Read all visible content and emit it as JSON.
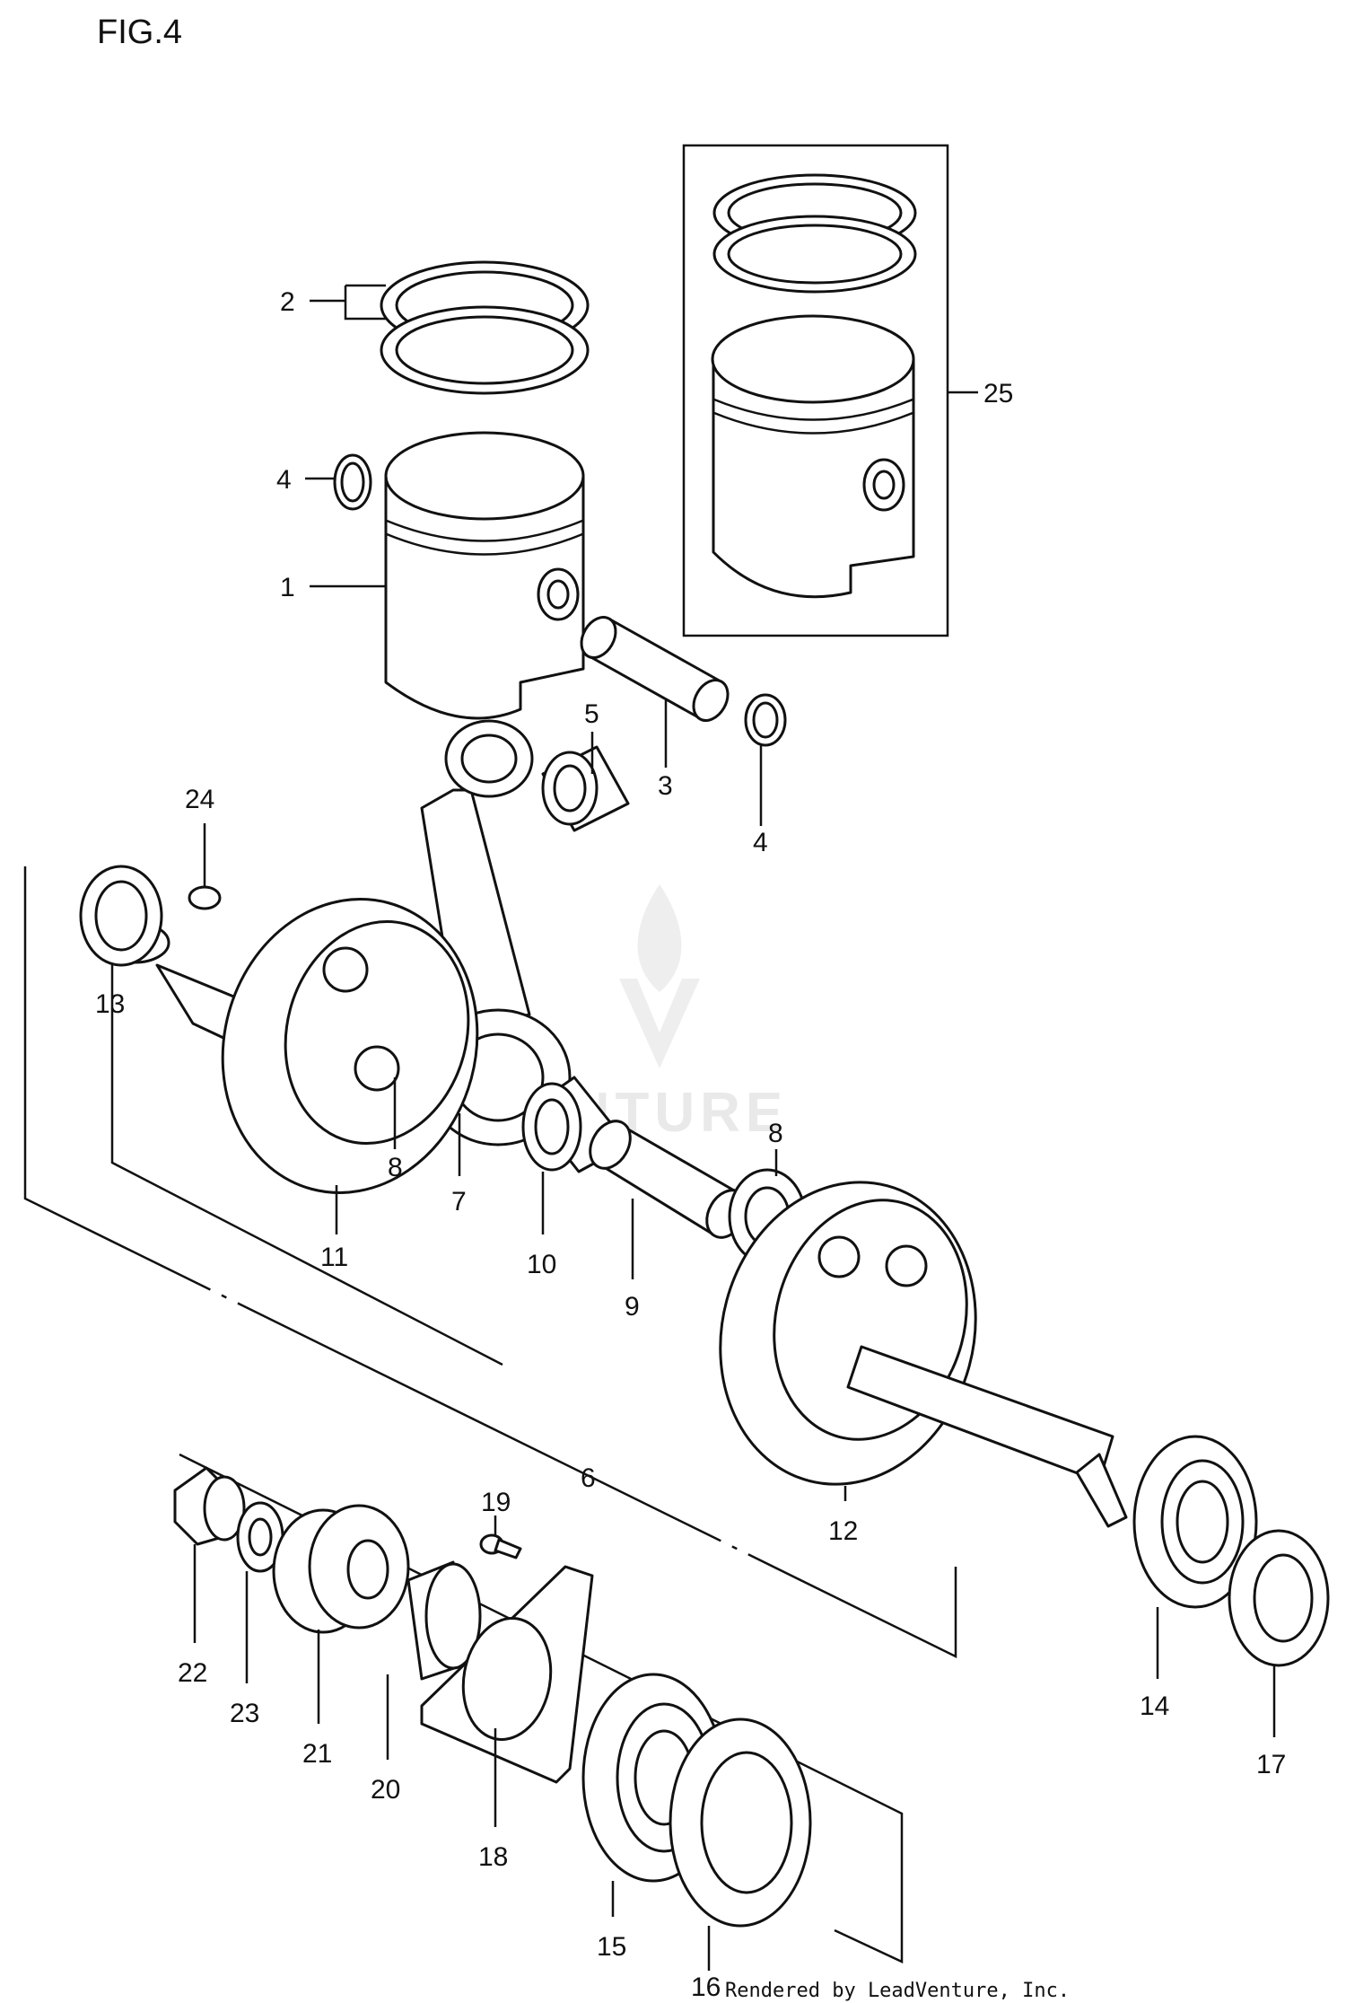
{
  "figure": {
    "title": "FIG.4",
    "credit": "Rendered by LeadVenture, Inc.",
    "watermark": "VENTURE"
  },
  "callouts": [
    {
      "id": "c2",
      "text": "2"
    },
    {
      "id": "c4a",
      "text": "4"
    },
    {
      "id": "c1",
      "text": "1"
    },
    {
      "id": "c25",
      "text": "25"
    },
    {
      "id": "c5",
      "text": "5"
    },
    {
      "id": "c3",
      "text": "3"
    },
    {
      "id": "c4b",
      "text": "4"
    },
    {
      "id": "c24",
      "text": "24"
    },
    {
      "id": "c13",
      "text": "13"
    },
    {
      "id": "c8a",
      "text": "8"
    },
    {
      "id": "c7",
      "text": "7"
    },
    {
      "id": "c11",
      "text": "11"
    },
    {
      "id": "c10",
      "text": "10"
    },
    {
      "id": "c9",
      "text": "9"
    },
    {
      "id": "c8b",
      "text": "8"
    },
    {
      "id": "c6",
      "text": "6"
    },
    {
      "id": "c12",
      "text": "12"
    },
    {
      "id": "c19",
      "text": "19"
    },
    {
      "id": "c22",
      "text": "22"
    },
    {
      "id": "c23",
      "text": "23"
    },
    {
      "id": "c21",
      "text": "21"
    },
    {
      "id": "c20",
      "text": "20"
    },
    {
      "id": "c18",
      "text": "18"
    },
    {
      "id": "c15",
      "text": "15"
    },
    {
      "id": "c16",
      "text": "16"
    },
    {
      "id": "c14",
      "text": "14"
    },
    {
      "id": "c17",
      "text": "17"
    }
  ]
}
